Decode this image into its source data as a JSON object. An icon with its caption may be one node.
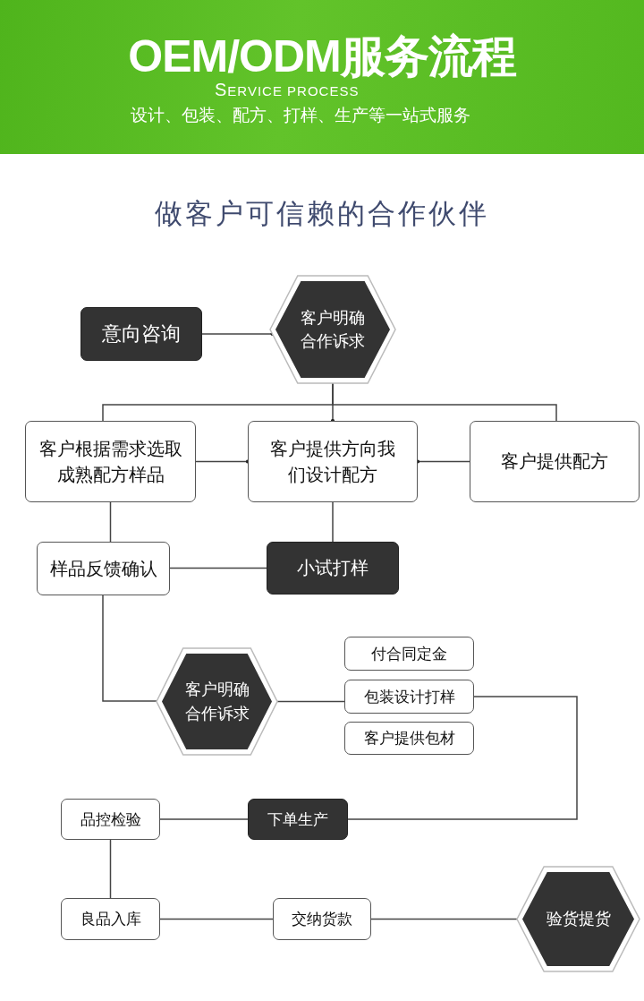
{
  "diagram": {
    "title": "OEM/ODM服务流程",
    "nodes": [
      {
        "text": [
          "意向咨询"
        ]
      },
      {
        "text": [
          "客户明确合作诉求"
        ]
      },
      {
        "text": [
          "客户根据需求选取成熟配方样品"
        ]
      },
      {
        "text": [
          "客户提供方向我们设计配方"
        ]
      },
      {
        "text": [
          "客户提供配方"
        ]
      },
      {
        "text": [
          "样品反馈确认"
        ]
      },
      {
        "text": [
          "小试打样"
        ]
      },
      {
        "text": [
          "客户明确合作诉求"
        ]
      },
      {
        "text": [
          "付合同定金"
        ]
      },
      {
        "text": [
          "包装设计打样"
        ]
      },
      {
        "text": [
          "客户提供包材"
        ]
      },
      {
        "text": [
          "品控检验"
        ]
      },
      {
        "text": [
          "下单生产"
        ]
      },
      {
        "text": [
          "良品入库"
        ]
      },
      {
        "text": [
          "交纳货款"
        ]
      },
      {
        "text": [
          "验货提货"
        ]
      }
    ],
    "edges": [
      {
        "from": 0,
        "to": 1,
        "arrow": "other"
      },
      {
        "from": 1,
        "to": 2,
        "arrow": "none"
      },
      {
        "from": 1,
        "to": 3,
        "arrow": "other"
      },
      {
        "from": 1,
        "to": 4,
        "arrow": "none"
      },
      {
        "from": 2,
        "to": 3,
        "arrow": "other"
      },
      {
        "from": 4,
        "to": 3,
        "arrow": "other"
      },
      {
        "from": 2,
        "to": 5,
        "arrow": "none"
      },
      {
        "from": 3,
        "to": 6,
        "arrow": "none"
      },
      {
        "from": 6,
        "to": 5,
        "arrow": "none"
      },
      {
        "from": 5,
        "to": 7,
        "arrow": "none"
      },
      {
        "from": 7,
        "to": 9,
        "arrow": "none"
      },
      {
        "from": 9,
        "to": 12,
        "arrow": "none"
      },
      {
        "from": 12,
        "to": 11,
        "arrow": "none"
      },
      {
        "from": 11,
        "to": 13,
        "arrow": "none"
      },
      {
        "from": 13,
        "to": 14,
        "arrow": "none"
      },
      {
        "from": 14,
        "to": 15,
        "arrow": "none"
      }
    ],
    "labels": [
      "SERVICE PROCESS",
      "设计、包装、配方、打样、生产等一站式服务",
      "做客户可信赖的合作伙伴"
    ]
  }
}
